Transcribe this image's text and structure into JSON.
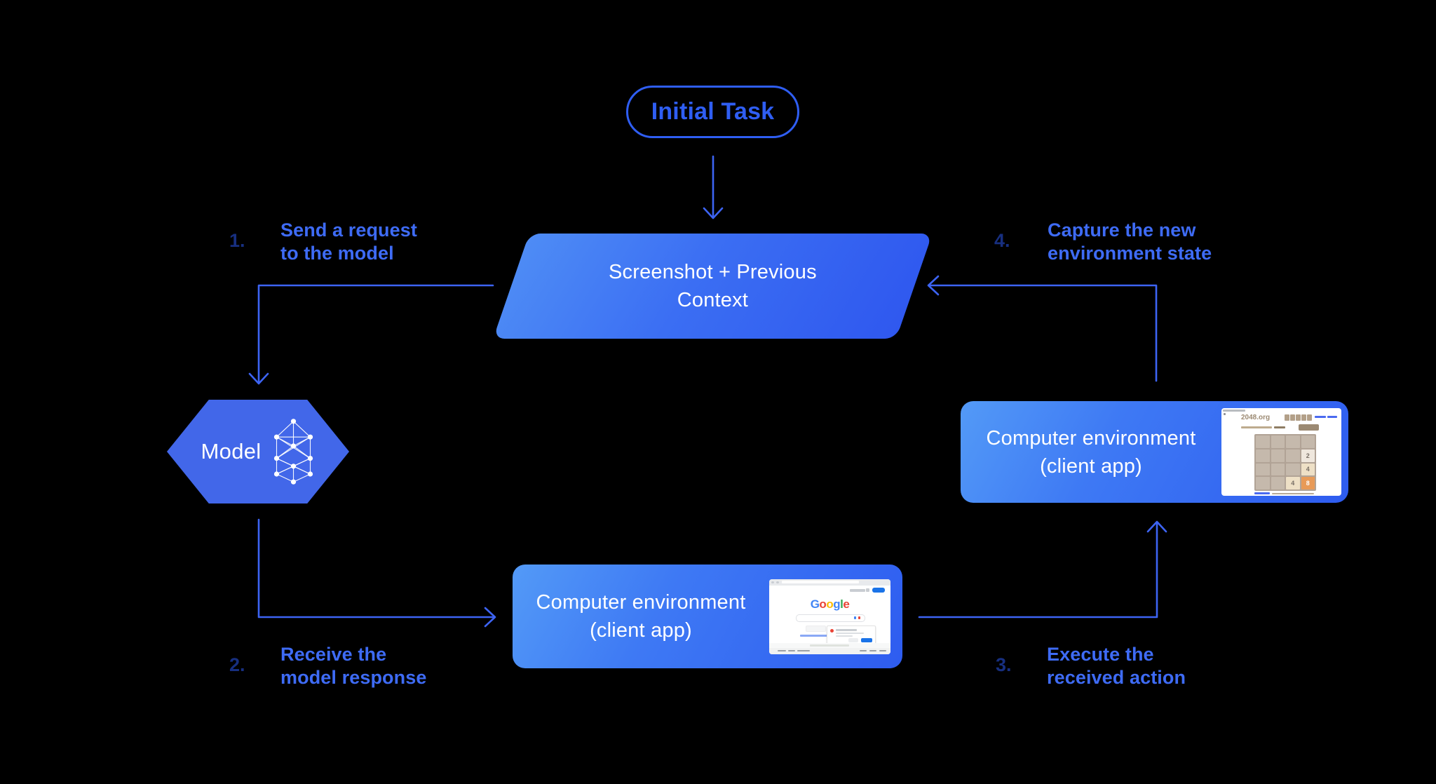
{
  "colors": {
    "accent_blue": "#3E6BF5",
    "step_number_navy": "#172F80",
    "arrow_blue": "#3D64F3",
    "pill_outline": "#2F5EF3",
    "shape_gradient_light": "#539AF7",
    "shape_gradient_dark": "#2E5CF0",
    "hexagon_fill": "#4267E9",
    "google_blue": "#4285F4",
    "google_red": "#EA4335",
    "google_yellow": "#FBBC05",
    "google_green": "#34A853",
    "tile_8_orange": "#E89A57"
  },
  "pill": {
    "label": "Initial Task"
  },
  "parallelogram": {
    "line1": "Screenshot + Previous",
    "line2": "Context"
  },
  "model": {
    "label": "Model"
  },
  "env_box": {
    "line1": "Computer environment",
    "line2": "(client app)"
  },
  "steps": [
    {
      "num": "1.",
      "line1": "Send a request",
      "line2": "to the model"
    },
    {
      "num": "2.",
      "line1": "Receive the",
      "line2": "model response"
    },
    {
      "num": "3.",
      "line1": "Execute the",
      "line2": "received action"
    },
    {
      "num": "4.",
      "line1": "Capture the new",
      "line2": "environment state"
    }
  ],
  "mini_google": {
    "logo": [
      "G",
      "o",
      "o",
      "g",
      "l",
      "e"
    ]
  },
  "mini_2048": {
    "heading": "2048.org",
    "tiles": {
      "r2c4": "2",
      "r3c4": "4",
      "r4c3": "4",
      "r4c4": "8"
    }
  }
}
